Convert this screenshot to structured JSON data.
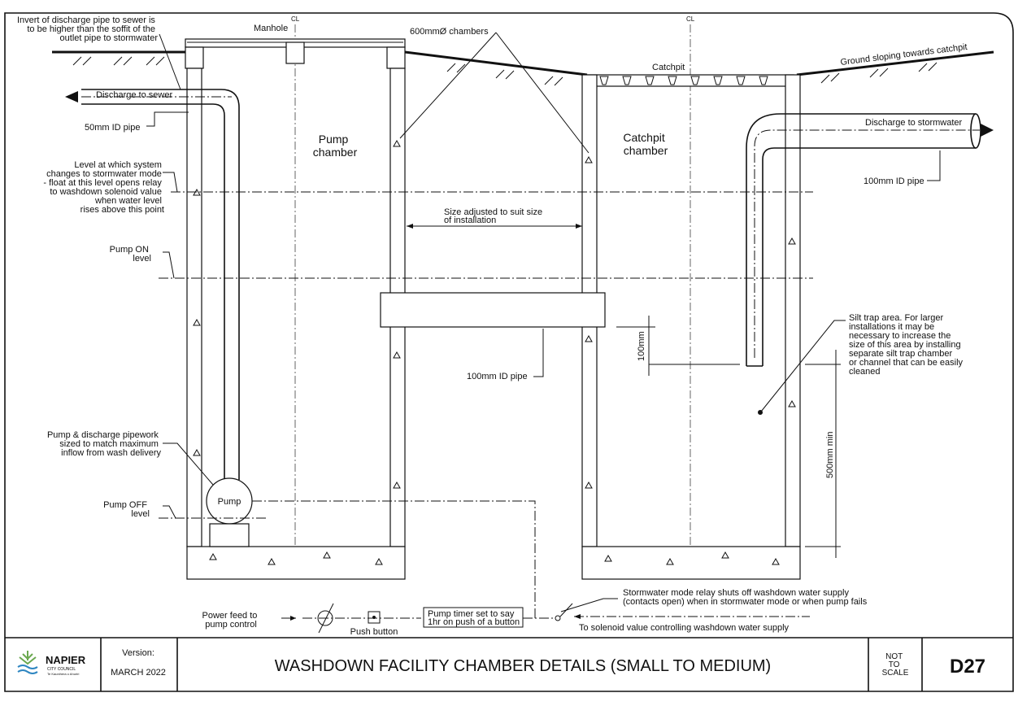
{
  "drawing": {
    "cl_label": "CL",
    "manhole_label": "Manhole",
    "chambers_label": "600mmØ chambers",
    "catchpit_label": "Catchpit",
    "ground_label": "Ground sloping towards catchpit",
    "pump_chamber_label": [
      "Pump",
      "chamber"
    ],
    "catchpit_chamber_label": [
      "Catchpit",
      "chamber"
    ],
    "invert_note": [
      "Invert of discharge pipe to sewer is",
      "to be higher than the soffit of the",
      "outlet pipe to stormwater"
    ],
    "discharge_sewer": "Discharge to sewer",
    "pipe_50": "50mm ID pipe",
    "level_note": [
      "Level at which system",
      "changes to stormwater mode",
      "- float at this level opens relay",
      "to washdown solenoid value",
      "when water level",
      "rises above this point"
    ],
    "pump_on": [
      "Pump ON",
      "level"
    ],
    "pump_off": [
      "Pump OFF",
      "level"
    ],
    "pump_pipework_note": [
      "Pump & discharge pipework",
      "sized to match maximum",
      "inflow from wash delivery"
    ],
    "pump_label": "Pump",
    "size_adjusted": [
      "Size adjusted to suit size",
      "of installation"
    ],
    "pipe_100_mid": "100mm ID pipe",
    "discharge_storm": "Discharge to stormwater",
    "pipe_100_right": "100mm ID pipe",
    "dim_100": "100mm",
    "dim_500": "500mm min",
    "silt_note": [
      "Silt trap area. For larger",
      "installations it may be",
      "necessary to increase the",
      "size of this area by installing",
      "separate silt trap chamber",
      "or channel that can be easily",
      "cleaned"
    ],
    "power_feed": [
      "Power feed to",
      "pump control"
    ],
    "push_button": "Push button",
    "timer_note": [
      "Pump timer set to say",
      "1hr on push of a button"
    ],
    "relay_note": [
      "Stormwater mode relay shuts off washdown water supply",
      "(contacts open) when in stormwater mode or when pump fails"
    ],
    "solenoid_note": "To solenoid value controlling washdown water supply"
  },
  "title_block": {
    "logo_name": "NAPIER",
    "logo_sub": "CITY COUNCIL",
    "logo_tagline": "Te Kaunihera o Ahuriri",
    "version_label": "Version:",
    "version_value": "MARCH 2022",
    "title": "WASHDOWN FACILITY CHAMBER DETAILS (SMALL TO MEDIUM)",
    "scale": [
      "NOT",
      "TO",
      "SCALE"
    ],
    "drawing_number": "D27"
  },
  "colors": {
    "logo_green": "#6aa84f",
    "logo_blue": "#2e86c1",
    "line": "#111111"
  }
}
